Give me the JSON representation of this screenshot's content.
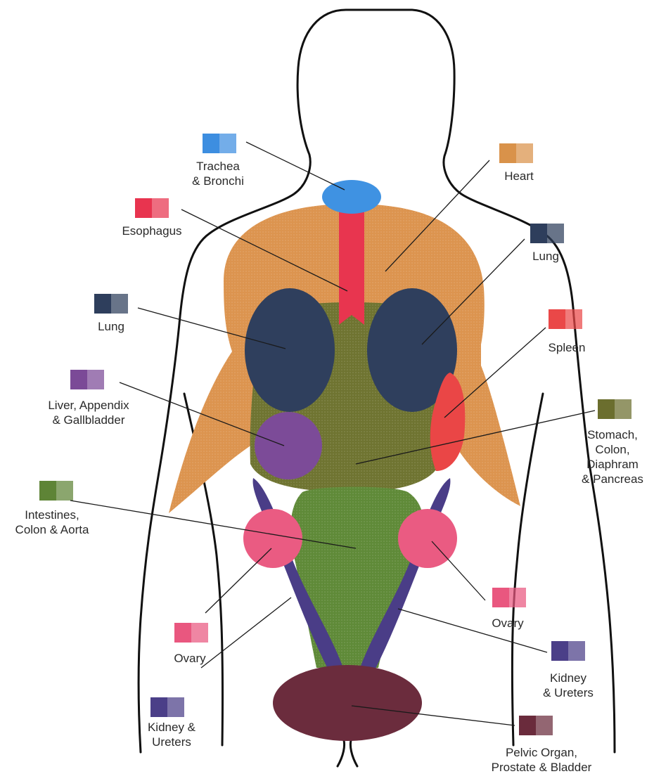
{
  "organs": [
    {
      "id": "trachea",
      "lines": [
        "Trachea",
        "& Bronchi"
      ],
      "color": "#3d8ee0"
    },
    {
      "id": "esophagus",
      "lines": [
        "Esophagus"
      ],
      "color": "#e8344f"
    },
    {
      "id": "heart",
      "lines": [
        "Heart"
      ],
      "color": "#d9924a"
    },
    {
      "id": "lung-left",
      "lines": [
        "Lung"
      ],
      "color": "#2e3e5c"
    },
    {
      "id": "lung-right",
      "lines": [
        "Lung"
      ],
      "color": "#2e3e5c"
    },
    {
      "id": "spleen",
      "lines": [
        "Spleen"
      ],
      "color": "#ea4848"
    },
    {
      "id": "liver",
      "lines": [
        "Liver, Appendix",
        "& Gallbladder"
      ],
      "color": "#7b4a97"
    },
    {
      "id": "stomach",
      "lines": [
        "Stomach,",
        "Colon,",
        "Diaphram",
        "& Pancreas"
      ],
      "color": "#6b6e2e"
    },
    {
      "id": "intestines",
      "lines": [
        "Intestines,",
        "Colon & Aorta"
      ],
      "color": "#5e8436"
    },
    {
      "id": "ovary-right",
      "lines": [
        "Ovary"
      ],
      "color": "#e9577f"
    },
    {
      "id": "ovary-left",
      "lines": [
        "Ovary"
      ],
      "color": "#e9577f"
    },
    {
      "id": "kidney-right",
      "lines": [
        "Kidney",
        "& Ureters"
      ],
      "color": "#4b3f88"
    },
    {
      "id": "kidney-left",
      "lines": [
        "Kidney &",
        "Ureters"
      ],
      "color": "#4b3f88"
    },
    {
      "id": "pelvic",
      "lines": [
        "Pelvic Organ,",
        "Prostate & Bladder"
      ],
      "color": "#6a2b3c"
    }
  ]
}
